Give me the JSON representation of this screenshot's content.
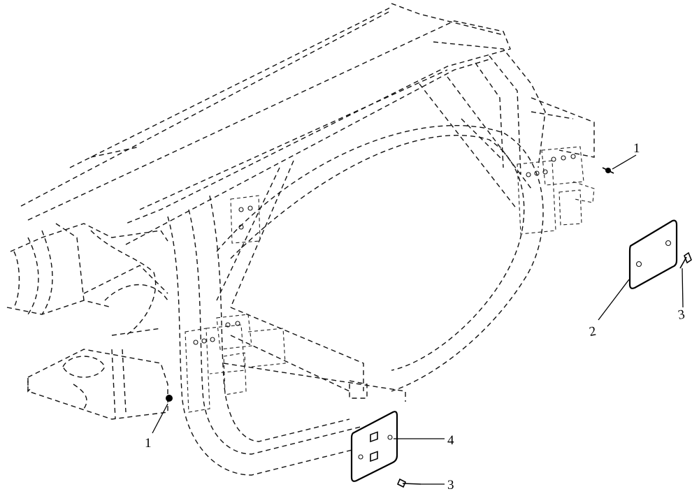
{
  "callouts": [
    {
      "id": "1",
      "label": "1"
    },
    {
      "id": "1b",
      "label": "1"
    },
    {
      "id": "2",
      "label": "2"
    },
    {
      "id": "3",
      "label": "3"
    },
    {
      "id": "3b",
      "label": "3"
    },
    {
      "id": "4",
      "label": "4"
    }
  ]
}
